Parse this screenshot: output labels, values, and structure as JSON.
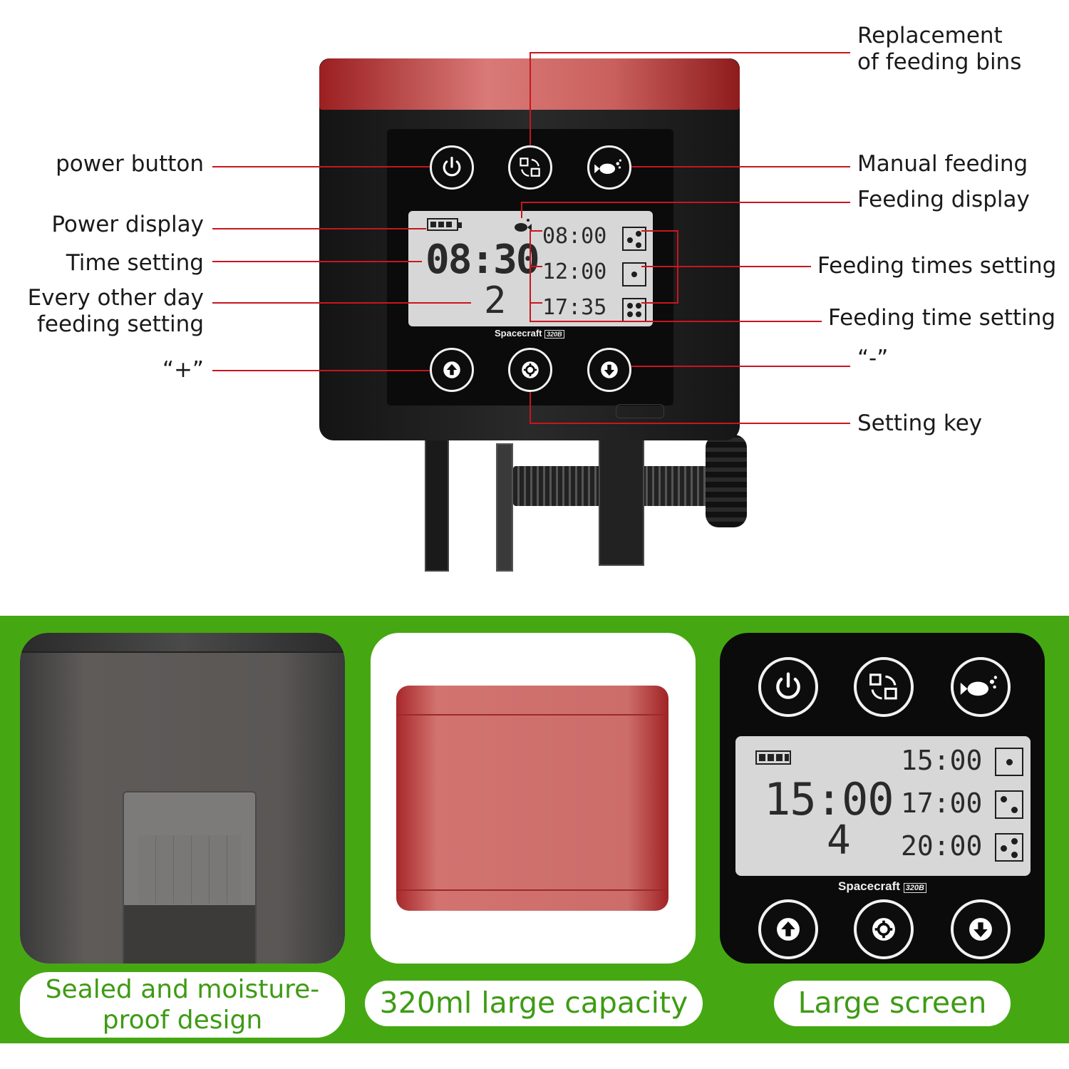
{
  "labels": {
    "replacement": [
      "Replacement",
      "of feeding bins"
    ],
    "power_button": "power button",
    "manual_feeding": "Manual feeding",
    "feeding_display": "Feeding display",
    "power_display": "Power display",
    "time_setting": "Time setting",
    "feeding_times_setting": "Feeding times setting",
    "every_other_day": [
      "Every other day",
      "feeding setting"
    ],
    "feeding_time_setting": "Feeding time setting",
    "plus": "“+”",
    "minus": "“-”",
    "setting_key": "Setting key"
  },
  "device": {
    "brand": "Spacecraft",
    "model": "320B",
    "clock": "08:30",
    "interval": "2",
    "schedule": [
      {
        "time": "08:00",
        "portions": 3
      },
      {
        "time": "12:00",
        "portions": 1
      },
      {
        "time": "17:35",
        "portions": 4
      }
    ]
  },
  "panel2": {
    "brand": "Spacecraft",
    "model": "320B",
    "clock": "15:00",
    "interval": "4",
    "schedule": [
      {
        "time": "15:00",
        "portions": 1
      },
      {
        "time": "17:00",
        "portions": 2
      },
      {
        "time": "20:00",
        "portions": 3
      }
    ]
  },
  "features": [
    "Sealed and moisture-\nproof design",
    "320ml large capacity",
    "Large screen"
  ],
  "colors": {
    "accent_red": "#c8161d",
    "lid_red": "#c85c5c",
    "green_band": "#45a812",
    "feature_text": "#3e9b14",
    "device_body": "#1c1c1c"
  },
  "icons": [
    "power-icon",
    "bin-rotate-icon",
    "fish-icon",
    "arrow-up-icon",
    "gear-icon",
    "arrow-down-icon",
    "battery-icon",
    "fish-food-icon"
  ]
}
